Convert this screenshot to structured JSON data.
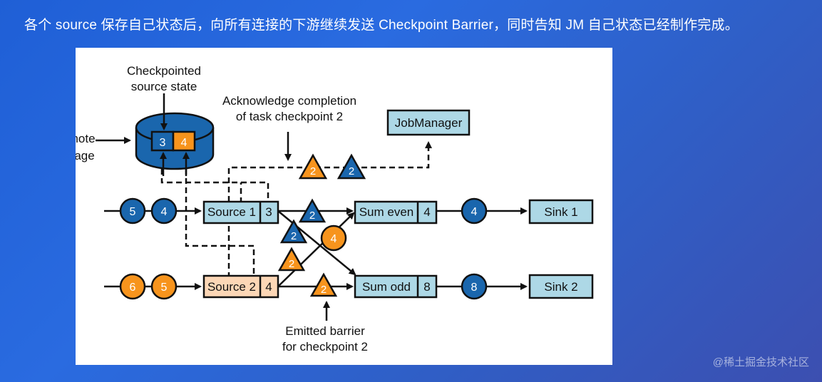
{
  "slide": {
    "title": "各个 source 保存自己状态后，向所有连接的下游继续发送 Checkpoint Barrier，同时告知 JM 自己状态已经制作完成。",
    "watermark": "@稀土掘金技术社区"
  },
  "diagram": {
    "labels": {
      "checkpointed_line1": "Checkpointed",
      "checkpointed_line2": "source state",
      "remote_line1": "Remote",
      "remote_line2": "storage",
      "ack_line1": "Acknowledge completion",
      "ack_line2": "of task checkpoint 2",
      "emitted_line1": "Emitted barrier",
      "emitted_line2": "for checkpoint 2"
    },
    "storage": {
      "state1": "3",
      "state2": "4"
    },
    "jobmanager": "JobManager",
    "ack_barriers": [
      "2",
      "2"
    ],
    "source1": {
      "name": "Source 1",
      "state": "3",
      "inputs": [
        "5",
        "4"
      ]
    },
    "source2": {
      "name": "Source 2",
      "state": "4",
      "inputs": [
        "6",
        "5"
      ]
    },
    "sum_even": {
      "name": "Sum even",
      "state": "4",
      "output": "4"
    },
    "sum_odd": {
      "name": "Sum odd",
      "state": "8",
      "output": "8"
    },
    "sink1": "Sink 1",
    "sink2": "Sink 2",
    "barriers": {
      "s1_to_even": "2",
      "s1_to_odd": "2",
      "s2_to_even": "2",
      "s2_to_odd": "2"
    },
    "records": {
      "s2_to_even": "4"
    }
  },
  "colors": {
    "blue": "#1a66ad",
    "orange": "#f7941d",
    "light_blue_box": "#add8e6",
    "light_orange_box": "#fcd7b6",
    "storage_fill": "#1a66ad",
    "slide_bg": "#2a6be0"
  }
}
